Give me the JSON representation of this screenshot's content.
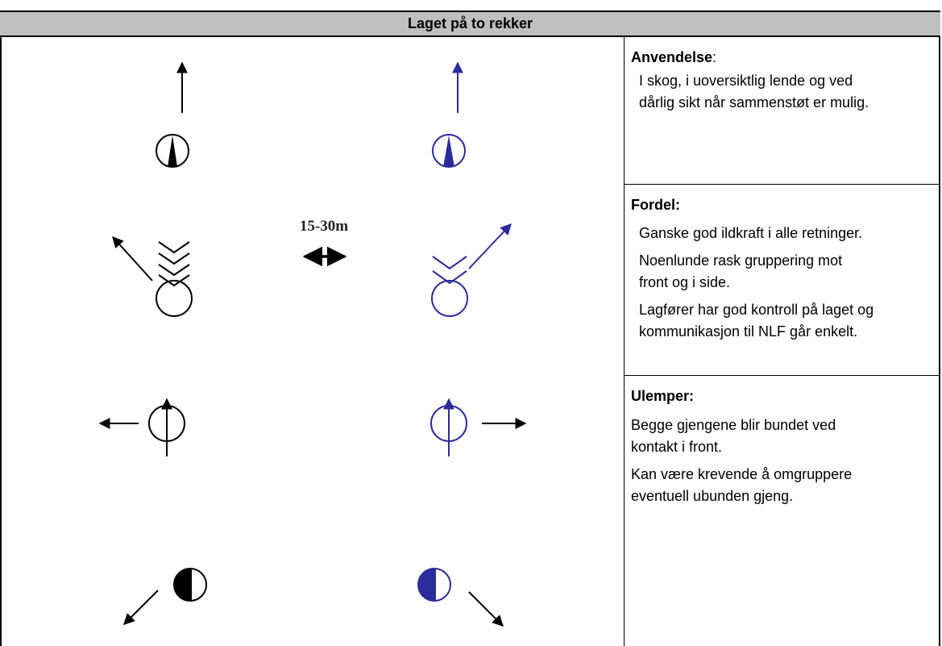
{
  "header": {
    "title": "Laget på to rekker"
  },
  "diagram": {
    "distance_label": "15-30m",
    "colors": {
      "left_team": "#000000",
      "right_team": "#2b2b9b"
    }
  },
  "sections": {
    "anvendelse": {
      "title": "Anvendelse",
      "colon": ":",
      "lines": [
        "I skog, i uoversiktlig lende og ved",
        "dårlig sikt når sammenstøt er mulig."
      ]
    },
    "fordel": {
      "title": "Fordel:",
      "items": [
        "Ganske god ildkraft i alle retninger.",
        "Noenlunde rask gruppering mot",
        "front og i side.",
        "Lagfører har god kontroll på laget og",
        "kommunikasjon til NLF går enkelt."
      ]
    },
    "ulemper": {
      "title": "Ulemper:",
      "items": [
        "Begge gjengene blir bundet ved",
        "kontakt i front.",
        "Kan være krevende å omgruppere",
        "eventuell ubunden gjeng."
      ]
    }
  }
}
